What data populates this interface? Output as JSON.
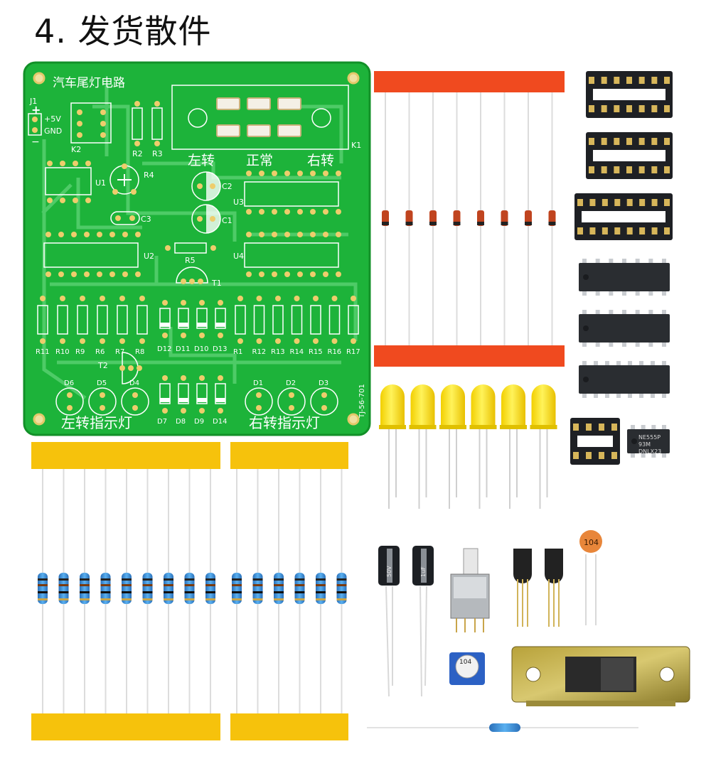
{
  "heading": "4. 发货散件",
  "pcb": {
    "title": "汽车尾灯电路",
    "power": {
      "ref": "J1",
      "plus": "+",
      "vcc": "+5V",
      "gnd": "GND",
      "minus": "−"
    },
    "labels": {
      "k2": "K2",
      "k1": "K1",
      "r2": "R2",
      "r3": "R3",
      "r4": "R4",
      "u1": "U1",
      "u2": "U2",
      "u3": "U3",
      "u4": "U4",
      "c1": "C1",
      "c2": "C2",
      "c3": "C3",
      "r5": "R5",
      "t1": "T1",
      "t2": "T2"
    },
    "mode_labels": [
      "左转",
      "正常",
      "右转"
    ],
    "resistor_row_left": [
      "R11",
      "R10",
      "R9",
      "R6",
      "R7",
      "R8"
    ],
    "diode_row_top": [
      "D12",
      "D11",
      "D10",
      "D13"
    ],
    "resistor_row_right": [
      "R1",
      "R12",
      "R13",
      "R14",
      "R15",
      "R16",
      "R17"
    ],
    "led_left": [
      "D6",
      "D5",
      "D4"
    ],
    "diode_row_bottom": [
      "D7",
      "D8",
      "D9",
      "D14"
    ],
    "led_right": [
      "D1",
      "D2",
      "D3"
    ],
    "left_indicator": "左转指示灯",
    "right_indicator": "右转指示灯",
    "board_code": "TJ-56-701"
  },
  "parts": {
    "ic_marks": [
      "NE555P",
      "93M",
      "DNLX23"
    ],
    "cap_marks": [
      "50V",
      "1uF"
    ],
    "ceramic_mark": "104",
    "trimmer_mark": "104"
  },
  "colors": {
    "pcb": "#1db33a",
    "pcb_trace": "#14a02f",
    "pcb_silk": "#ffffff",
    "tape_red": "#f04a1f",
    "tape_yellow": "#f6c20c",
    "led": "#f7e11a",
    "chip": "#2a2d31",
    "resistor_body": "#3d8fd6"
  }
}
